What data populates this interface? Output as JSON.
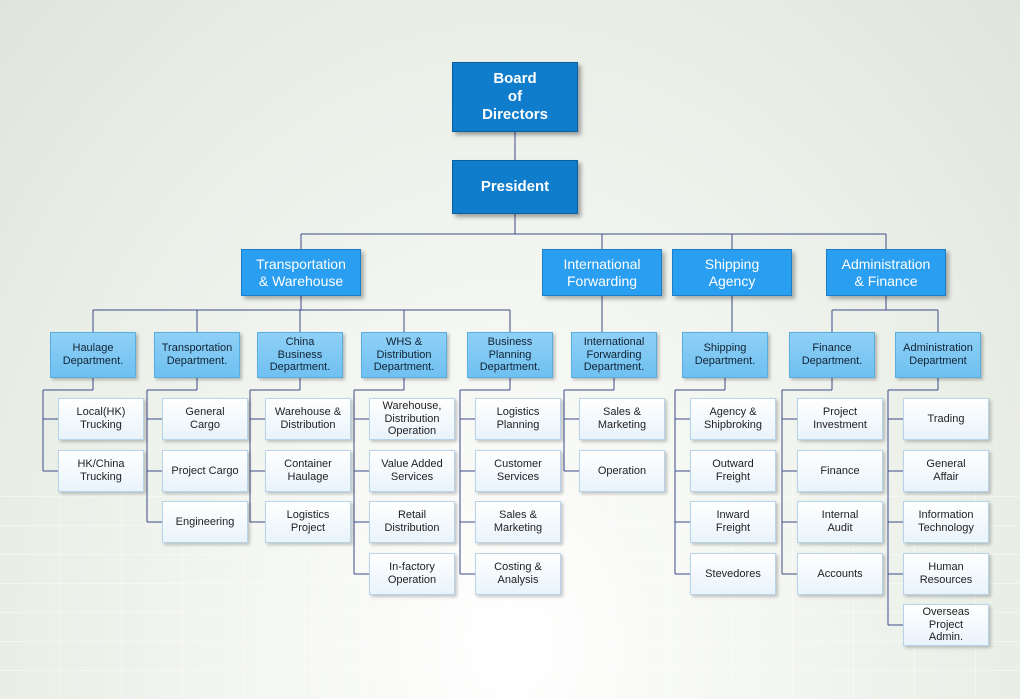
{
  "board": "Board\nof\nDirectors",
  "president": "President",
  "divisions": [
    {
      "label": "Transportation\n& Warehouse",
      "departments": [
        {
          "label": "Haulage\nDepartment.",
          "units": [
            "Local(HK)\nTrucking",
            "HK/China\nTrucking"
          ]
        },
        {
          "label": "Transportation\nDepartment.",
          "units": [
            "General\nCargo",
            "Project Cargo",
            "Engineering"
          ]
        },
        {
          "label": "China\nBusiness\nDepartment.",
          "units": [
            "Warehouse &\nDistribution",
            "Container\nHaulage",
            "Logistics\nProject"
          ]
        },
        {
          "label": "WHS &\nDistribution\nDepartment.",
          "units": [
            "Warehouse,\nDistribution\nOperation",
            "Value Added\nServices",
            "Retail\nDistribution",
            "In-factory\nOperation"
          ]
        },
        {
          "label": "Business\nPlanning\nDepartment.",
          "units": [
            "Logistics\nPlanning",
            "Customer\nServices",
            "Sales &\nMarketing",
            "Costing &\nAnalysis"
          ]
        }
      ]
    },
    {
      "label": "International\nForwarding",
      "departments": [
        {
          "label": "International\nForwarding\nDepartment.",
          "units": [
            "Sales &\nMarketing",
            "Operation"
          ]
        }
      ]
    },
    {
      "label": "Shipping\nAgency",
      "departments": [
        {
          "label": "Shipping\nDepartment.",
          "units": [
            "Agency &\nShipbroking",
            "Outward\nFreight",
            "Inward\nFreight",
            "Stevedores"
          ]
        }
      ]
    },
    {
      "label": "Administration\n& Finance",
      "departments": [
        {
          "label": "Finance\nDepartment.",
          "units": [
            "Project\nInvestment",
            "Finance",
            "Internal\nAudit",
            "Accounts"
          ]
        },
        {
          "label": "Administration\nDepartment",
          "units": [
            "Trading",
            "General\nAffair",
            "Information\nTechnology",
            "Human\nResources",
            "Overseas\nProject\nAdmin."
          ]
        }
      ]
    }
  ]
}
